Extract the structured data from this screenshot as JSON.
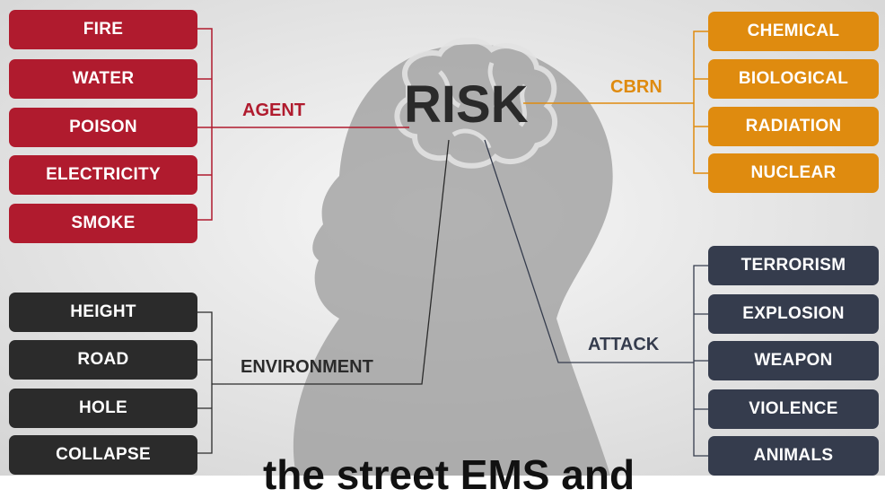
{
  "center": {
    "title": "RISK"
  },
  "groups": {
    "agent": {
      "label": "AGENT",
      "color": "#b01b2e",
      "items": [
        "FIRE",
        "WATER",
        "POISON",
        "ELECTRICITY",
        "SMOKE"
      ]
    },
    "cbrn": {
      "label": "CBRN",
      "color": "#df8b0f",
      "items": [
        "CHEMICAL",
        "BIOLOGICAL",
        "RADIATION",
        "NUCLEAR"
      ]
    },
    "environment": {
      "label": "ENVIRONMENT",
      "color": "#2b2b2b",
      "items": [
        "HEIGHT",
        "ROAD",
        "HOLE",
        "COLLAPSE"
      ]
    },
    "attack": {
      "label": "ATTACK",
      "color": "#353c4d",
      "items": [
        "TERRORISM",
        "EXPLOSION",
        "WEAPON",
        "VIOLENCE",
        "ANIMALS"
      ]
    }
  },
  "caption": {
    "text": "the street EMS and"
  }
}
